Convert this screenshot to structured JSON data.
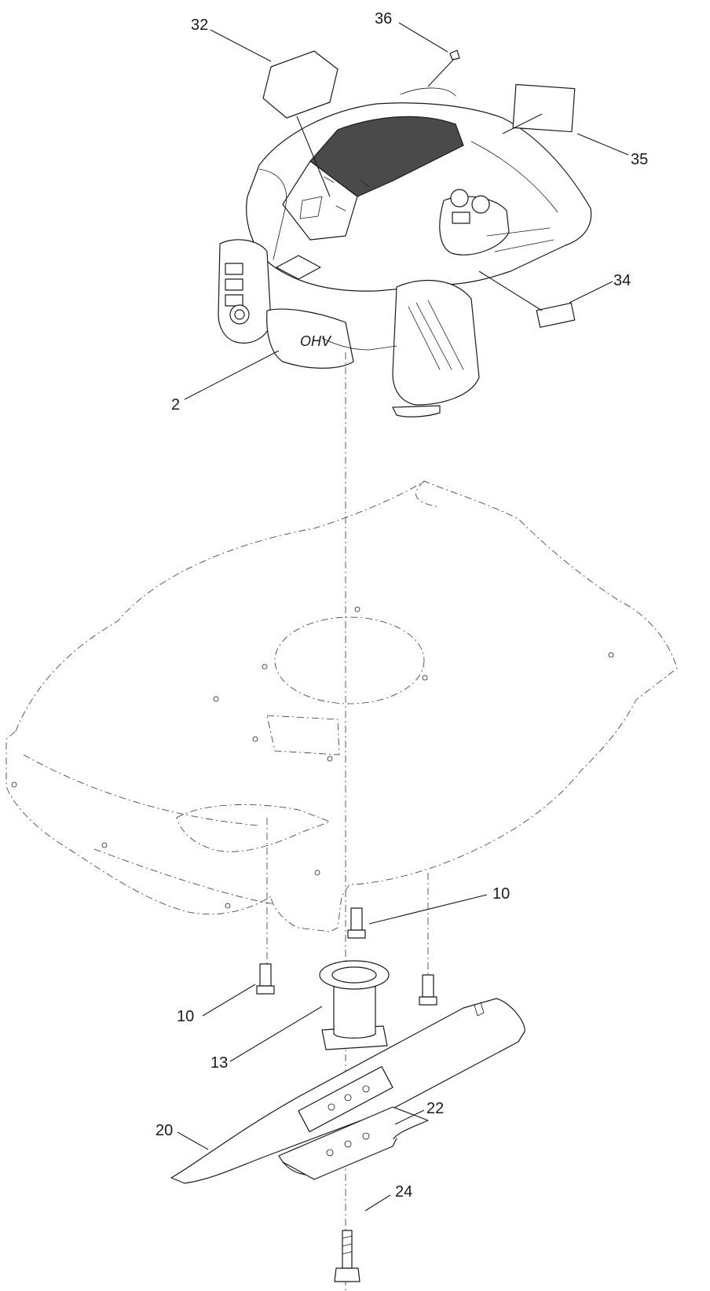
{
  "diagram": {
    "type": "exploded parts diagram",
    "callouts": [
      {
        "id": "c32",
        "label": "32"
      },
      {
        "id": "c36",
        "label": "36"
      },
      {
        "id": "c35",
        "label": "35"
      },
      {
        "id": "c34",
        "label": "34"
      },
      {
        "id": "c2",
        "label": "2"
      },
      {
        "id": "c10a",
        "label": "10"
      },
      {
        "id": "c10b",
        "label": "10"
      },
      {
        "id": "c13",
        "label": "13"
      },
      {
        "id": "c22",
        "label": "22"
      },
      {
        "id": "c20",
        "label": "20"
      },
      {
        "id": "c24",
        "label": "24"
      }
    ]
  }
}
